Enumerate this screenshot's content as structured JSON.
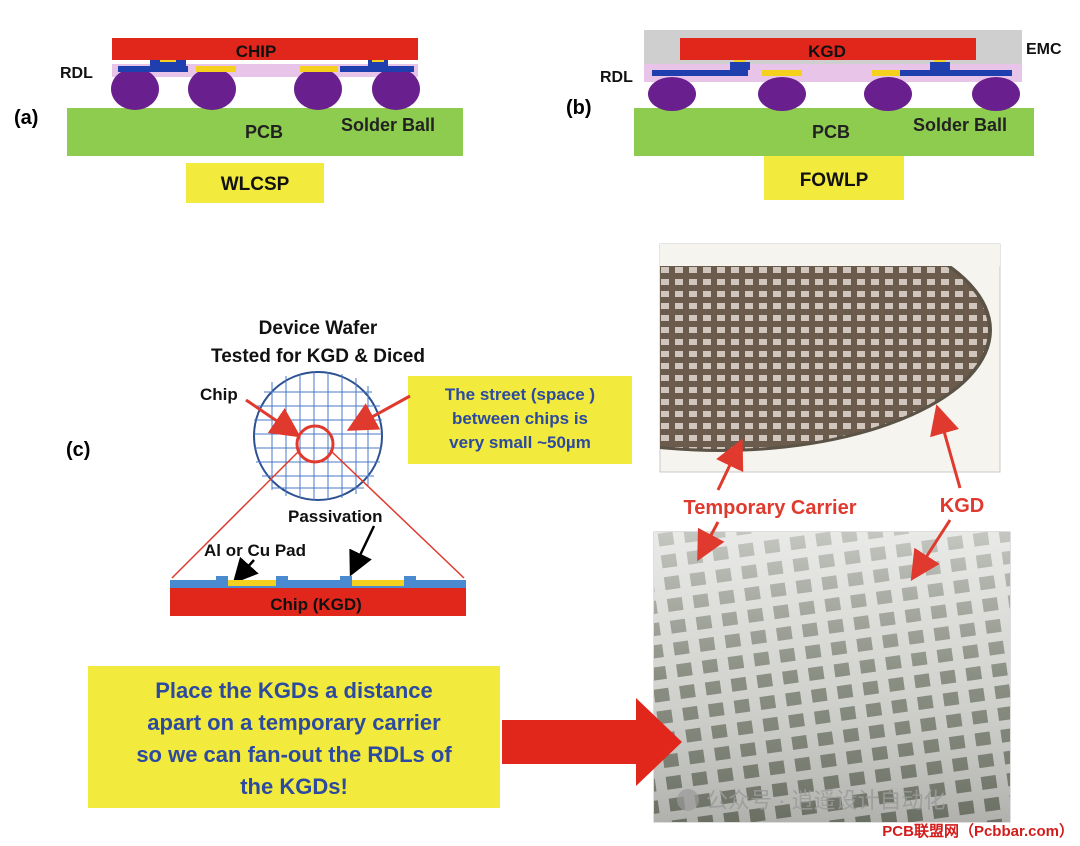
{
  "panel_a": {
    "label": "(a)",
    "chip_label": "CHIP",
    "rdl_label": "RDL",
    "pcb_label": "PCB",
    "solder_ball_label": "Solder Ball",
    "package_label": "WLCSP"
  },
  "panel_b": {
    "label": "(b)",
    "chip_label": "KGD",
    "emc_label": "EMC",
    "rdl_label": "RDL",
    "pcb_label": "PCB",
    "solder_ball_label": "Solder Ball",
    "package_label": "FOWLP"
  },
  "panel_c": {
    "label": "(c)",
    "wafer_title_line1": "Device Wafer",
    "wafer_title_line2": "Tested for KGD & Diced",
    "chip_label": "Chip",
    "street_note_line1": "The street (space )",
    "street_note_line2": "between chips is",
    "street_note_line3": "very small ~50µm",
    "passivation_label": "Passivation",
    "pad_label": "Al or Cu Pad",
    "chip_kgd_label": "Chip (KGD)",
    "temporary_carrier_label": "Temporary Carrier",
    "kgd_label": "KGD",
    "place_note_line1": "Place the KGDs a distance",
    "place_note_line2": "apart on a temporary carrier",
    "place_note_line3": "so we can fan-out the RDLs of",
    "place_note_line4": "the KGDs!"
  },
  "watermark": {
    "text": "公众号 · 逍遥设计自动化",
    "source": "PCB联盟网（Pcbbar.com）"
  },
  "colors": {
    "chip_red": "#e1261c",
    "pcb_green": "#8dcc4e",
    "solder_purple": "#6a1f8f",
    "rdl_blue": "#1f3fae",
    "pad_yellow": "#f5d11e",
    "label_yellow": "#f2ea3c",
    "annotation_red": "#e03a2e",
    "note_blue": "#2c4aa0",
    "emc_gray": "#cfcfcf",
    "rdl_pink": "#e8c5e8"
  }
}
